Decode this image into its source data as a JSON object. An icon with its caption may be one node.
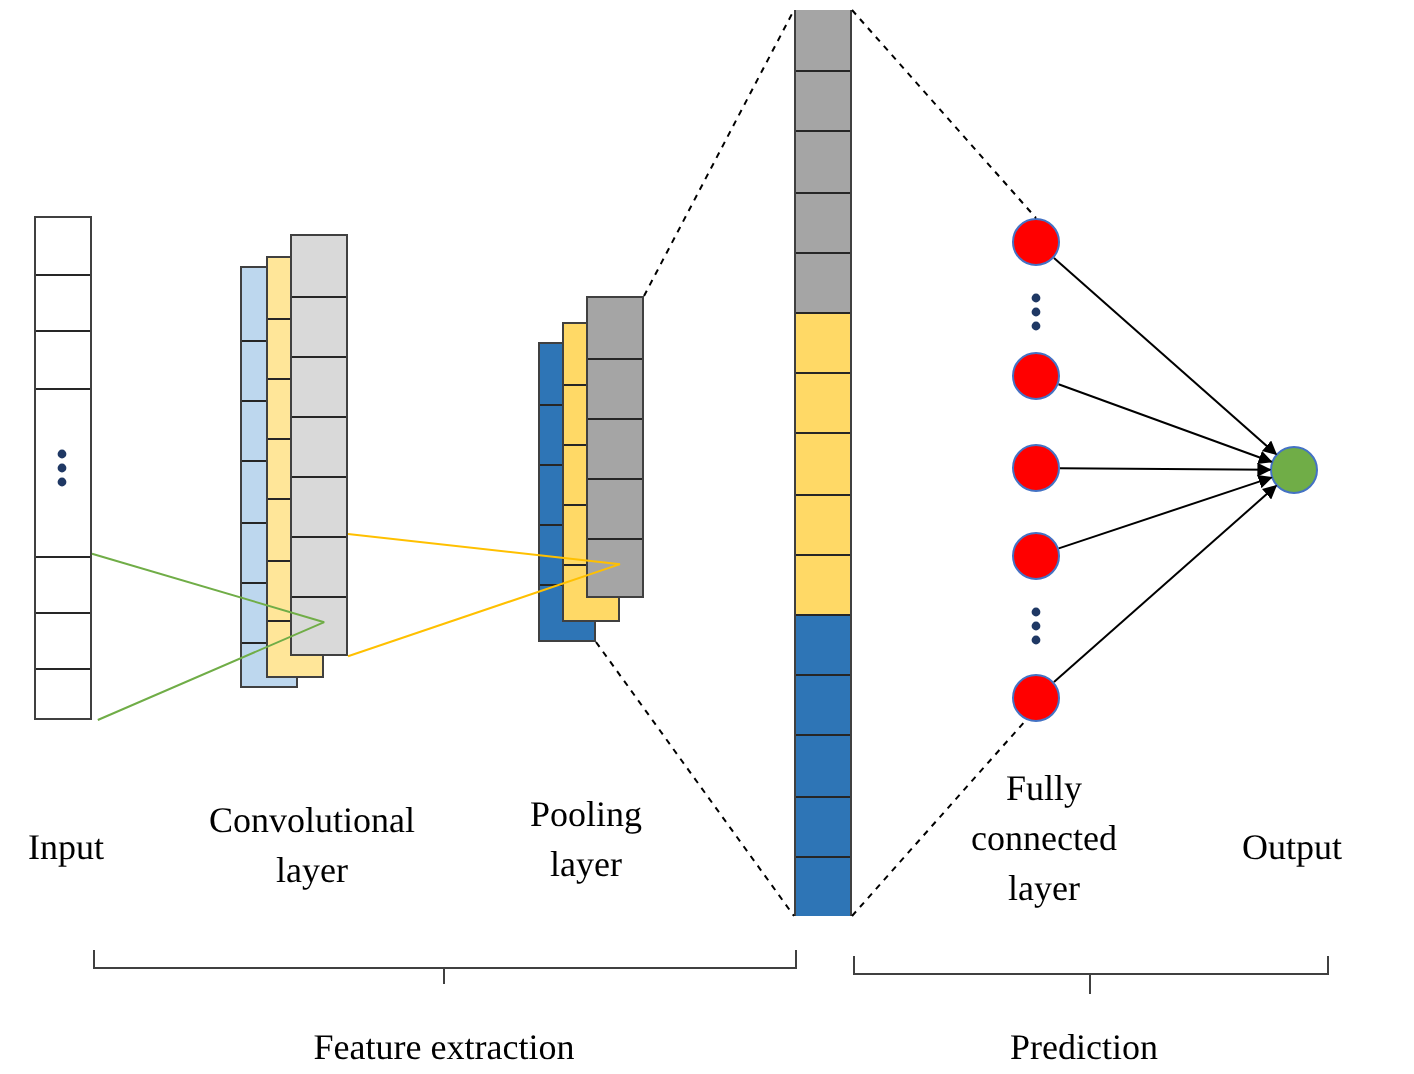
{
  "diagram": {
    "nodes": [
      {
        "text": [],
        "shape": "bar"
      },
      {
        "text": [],
        "shape": "bar"
      },
      {
        "text": [],
        "shape": "bar"
      },
      {
        "text": [],
        "shape": "bar"
      },
      {
        "text": [],
        "shape": "circle"
      },
      {
        "text": [],
        "shape": "circle"
      },
      {
        "text": [],
        "shape": "circle"
      },
      {
        "text": [],
        "shape": "circle"
      },
      {
        "text": [],
        "shape": "circle"
      },
      {
        "text": [],
        "shape": "circle"
      }
    ],
    "edges": [
      {
        "from": 0,
        "to": 1,
        "arrow": "none",
        "color": "#70ad47"
      },
      {
        "from": 0,
        "to": 1,
        "arrow": "none",
        "color": "#70ad47"
      },
      {
        "from": 1,
        "to": 2,
        "arrow": "none",
        "color": "#ffc000"
      },
      {
        "from": 1,
        "to": 2,
        "arrow": "none",
        "color": "#ffc000"
      },
      {
        "from": 2,
        "to": 3,
        "arrow": "none",
        "style": "dashed"
      },
      {
        "from": 2,
        "to": 3,
        "arrow": "none",
        "style": "dashed"
      },
      {
        "from": 3,
        "to": 4,
        "arrow": "none",
        "style": "dashed"
      },
      {
        "from": 3,
        "to": 8,
        "arrow": "none",
        "style": "dashed"
      },
      {
        "from": 4,
        "to": 9,
        "arrow": "to"
      },
      {
        "from": 5,
        "to": 9,
        "arrow": "to"
      },
      {
        "from": 6,
        "to": 9,
        "arrow": "to"
      },
      {
        "from": 7,
        "to": 9,
        "arrow": "to"
      },
      {
        "from": 8,
        "to": 9,
        "arrow": "to"
      }
    ],
    "labels": [
      "Input",
      "Convolutional layer",
      "Pooling layer",
      "Fully connected layer",
      "Output",
      "Feature extraction",
      "Prediction"
    ]
  }
}
